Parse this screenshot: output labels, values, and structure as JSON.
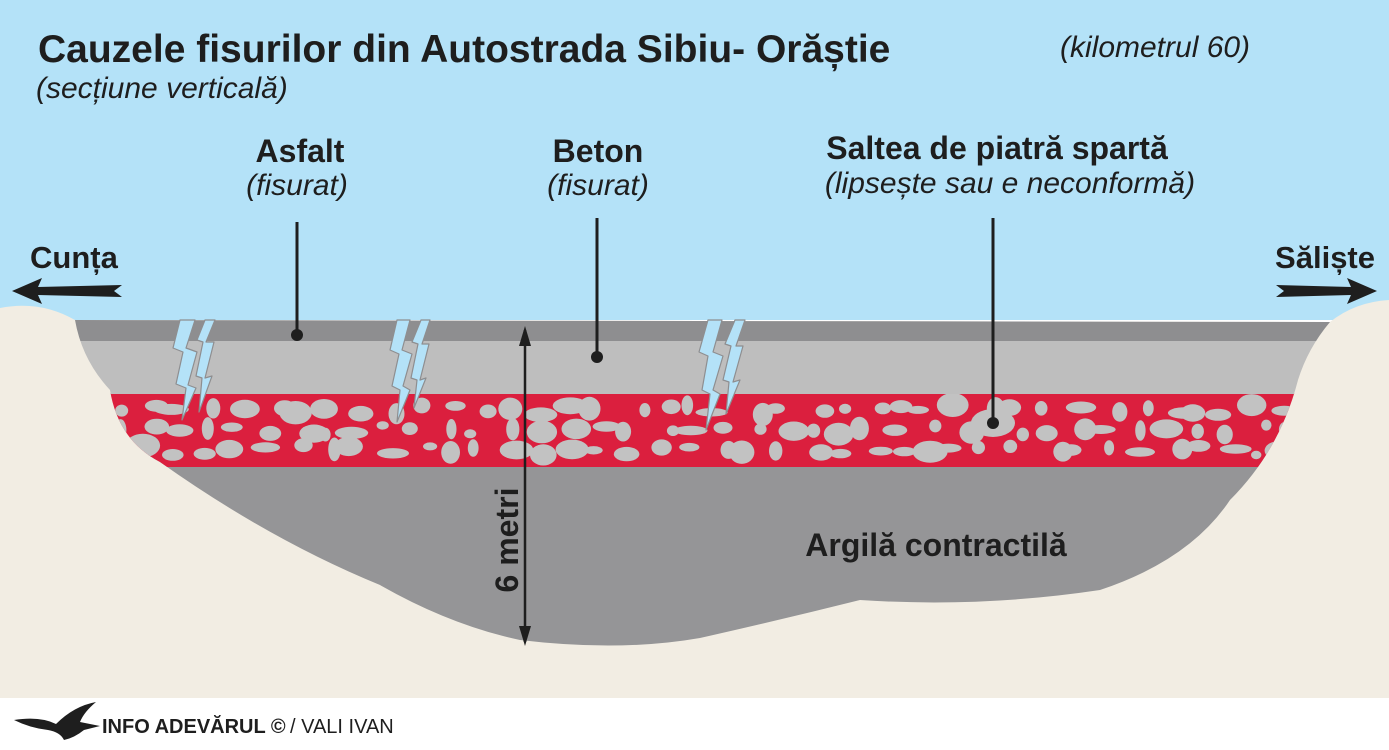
{
  "title": {
    "main": "Cauzele fisurilor din Autostrada Sibiu- Orăștie",
    "km": "(kilometrul 60)",
    "subtitle": "(secțiune verticală)"
  },
  "labels": {
    "asphalt": {
      "name": "Asfalt",
      "note": "(fisurat)"
    },
    "concrete": {
      "name": "Beton",
      "note": "(fisurat)"
    },
    "stone_mattress": {
      "name": "Saltea de piatră spartă",
      "note": "(lipsește sau e neconformă)"
    },
    "clay": "Argilă contractilă",
    "depth": "6 metri"
  },
  "directions": {
    "left": "Cunța",
    "right": "Săliște"
  },
  "credit": {
    "brand": "INFO ADEVĂRUL ©",
    "author": "/ VALI IVAN"
  },
  "colors": {
    "sky": "#b4e2f8",
    "ground": "#f2ede3",
    "asphalt": "#8e8e90",
    "concrete": "#bebebe",
    "stone_layer": "#db1f3e",
    "stones": "#c2c2c2",
    "clay": "#959597",
    "ink": "#1e1e1e"
  }
}
